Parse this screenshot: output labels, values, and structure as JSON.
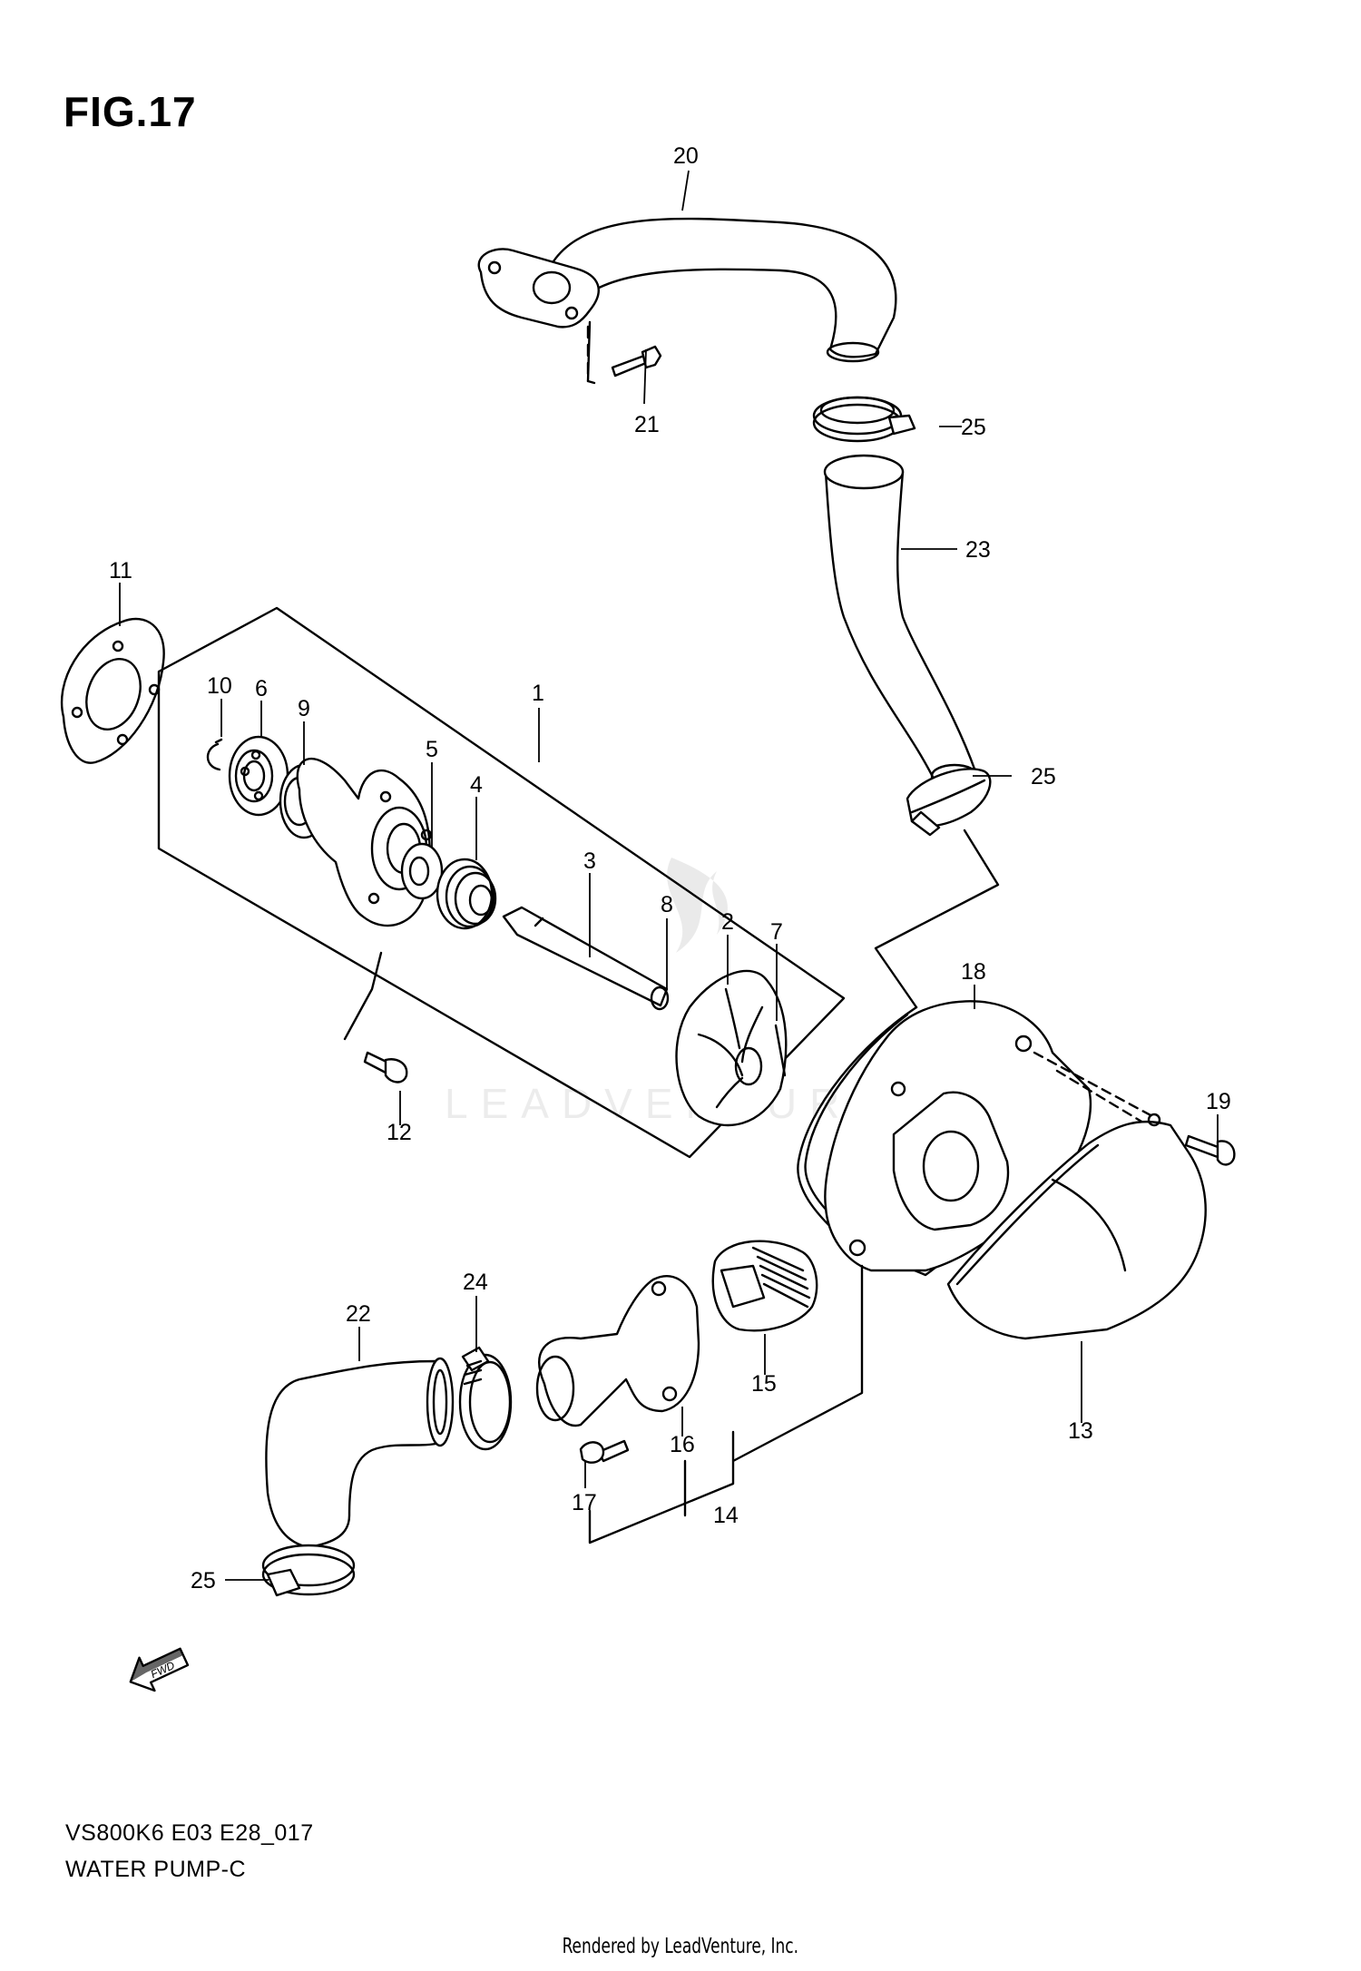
{
  "figure": {
    "title": "FIG.17",
    "model_code": "VS800K6 E03 E28_017",
    "section_name": "WATER PUMP-C",
    "fwd_label": "FWD",
    "footer": "Rendered by LeadVenture, Inc.",
    "watermark": "LEADVENTURE"
  },
  "callouts": [
    "1",
    "2",
    "3",
    "4",
    "5",
    "6",
    "7",
    "8",
    "9",
    "10",
    "11",
    "12",
    "13",
    "14",
    "15",
    "16",
    "17",
    "18",
    "19",
    "20",
    "21",
    "22",
    "23",
    "24",
    "25"
  ],
  "callout_labels": {
    "c1": "1",
    "c2": "2",
    "c3": "3",
    "c4": "4",
    "c5": "5",
    "c6": "6",
    "c7": "7",
    "c8": "8",
    "c9": "9",
    "c10": "10",
    "c11": "11",
    "c12": "12",
    "c13": "13",
    "c14": "14",
    "c15": "15",
    "c16": "16",
    "c17": "17",
    "c18": "18",
    "c19": "19",
    "c20": "20",
    "c21": "21",
    "c22": "22",
    "c23": "23",
    "c24": "24",
    "c25a": "25",
    "c25b": "25",
    "c25c": "25"
  }
}
